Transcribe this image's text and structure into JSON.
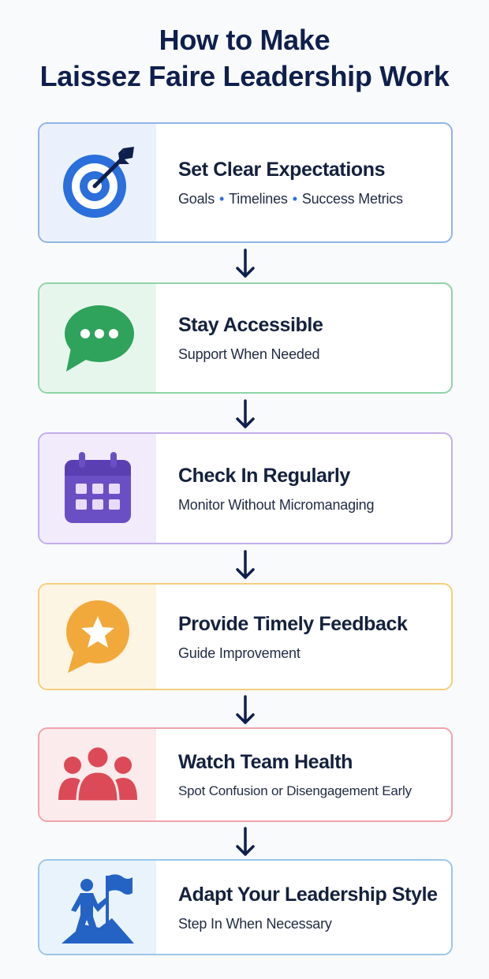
{
  "title": {
    "line1": "How to Make",
    "line2": "Laissez Faire Leadership Work"
  },
  "steps": [
    {
      "heading": "Set Clear Expectations",
      "sub_parts": [
        "Goals",
        "Timelines",
        "Success Metrics"
      ],
      "sub_separator": "•",
      "icon": "target-icon",
      "border_color": "#8fb4ea",
      "panel_color": "#eaf1fc"
    },
    {
      "heading": "Stay Accessible",
      "sub": "Support When Needed",
      "icon": "chat-bubble-icon",
      "border_color": "#8fd4a8",
      "panel_color": "#e7f6ec"
    },
    {
      "heading": "Check In Regularly",
      "sub": "Monitor Without Micromanaging",
      "icon": "calendar-icon",
      "border_color": "#c3aeea",
      "panel_color": "#f1ebfb"
    },
    {
      "heading": "Provide Timely Feedback",
      "sub": "Guide Improvement",
      "icon": "star-bubble-icon",
      "border_color": "#f2cf7e",
      "panel_color": "#fdf5e3"
    },
    {
      "heading": "Watch Team Health",
      "sub": "Spot Confusion or Disengagement Early",
      "icon": "team-icon",
      "border_color": "#f0a3ab",
      "panel_color": "#fcebed"
    },
    {
      "heading": "Adapt Your Leadership Style",
      "sub": "Step In When Necessary",
      "icon": "climber-flag-icon",
      "border_color": "#9cc6ea",
      "panel_color": "#e9f3fc"
    }
  ],
  "colors": {
    "title": "#0f1f4d",
    "arrow": "#0f1f4d",
    "blue": "#2a6fdb",
    "green": "#2fa25c",
    "purple": "#6a4fc4",
    "orange": "#f2a93b",
    "red": "#dd4a57",
    "navy_blue": "#2463c4"
  }
}
